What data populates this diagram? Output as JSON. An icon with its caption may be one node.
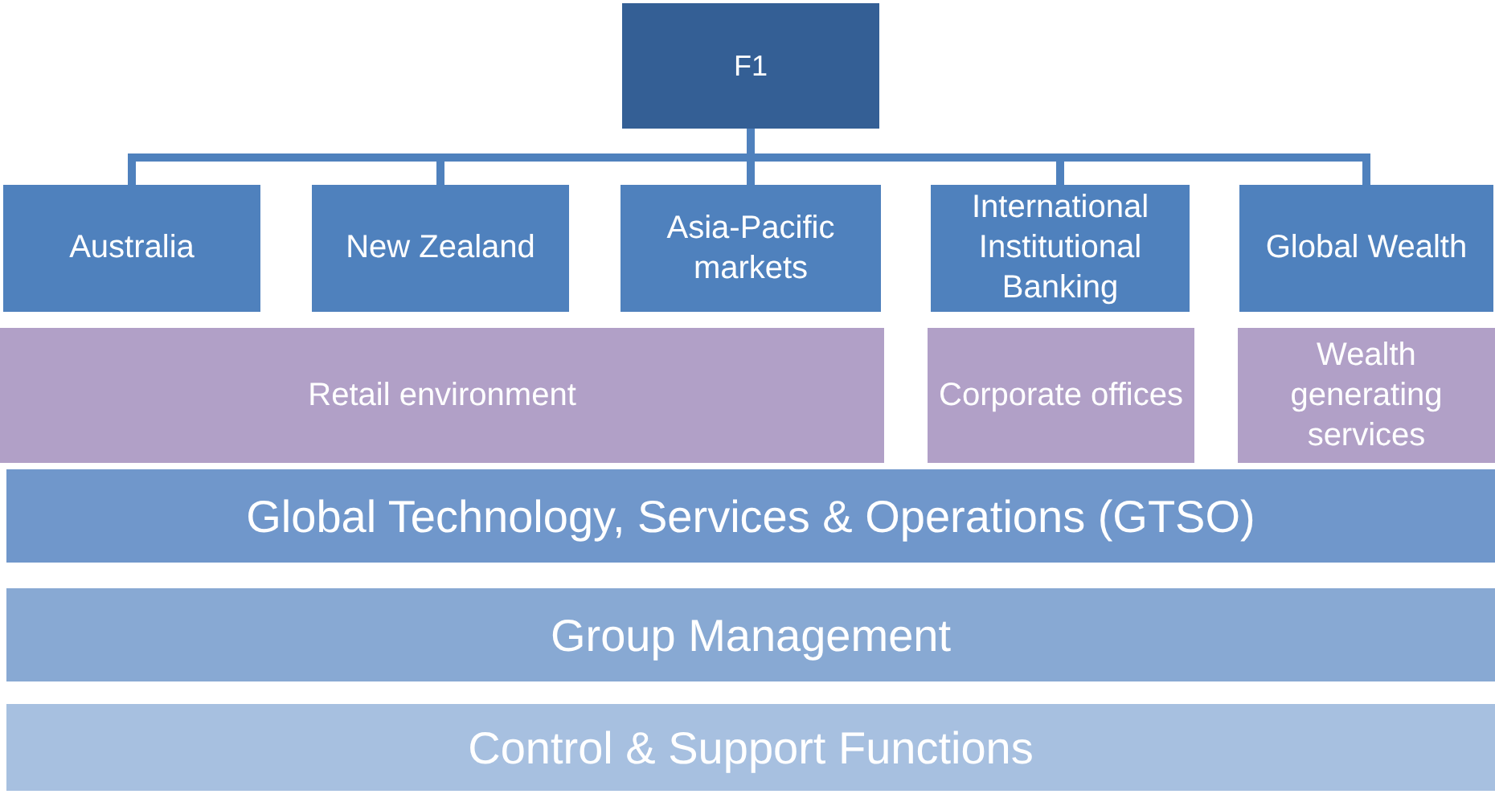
{
  "diagram": {
    "nodes": [
      {
        "text": [
          "F1"
        ]
      },
      {
        "text": [
          "Australia"
        ]
      },
      {
        "text": [
          "New Zealand"
        ]
      },
      {
        "text": [
          "Asia-Pacific markets"
        ]
      },
      {
        "text": [
          "International Institutional Banking"
        ]
      },
      {
        "text": [
          "Global Wealth"
        ]
      },
      {
        "text": [
          "Retail environment"
        ]
      },
      {
        "text": [
          "Corporate offices"
        ]
      },
      {
        "text": [
          "Wealth generating services"
        ]
      },
      {
        "text": [
          "Global Technology, Services & Operations (GTSO)"
        ]
      },
      {
        "text": [
          "Group Management"
        ]
      },
      {
        "text": [
          "Control & Support Functions"
        ]
      }
    ],
    "edges": [
      {
        "from": 0,
        "to": 1,
        "arrow": "none"
      },
      {
        "from": 0,
        "to": 2,
        "arrow": "none"
      },
      {
        "from": 0,
        "to": 3,
        "arrow": "none"
      },
      {
        "from": 0,
        "to": 4,
        "arrow": "none"
      },
      {
        "from": 0,
        "to": 5,
        "arrow": "none"
      }
    ]
  }
}
